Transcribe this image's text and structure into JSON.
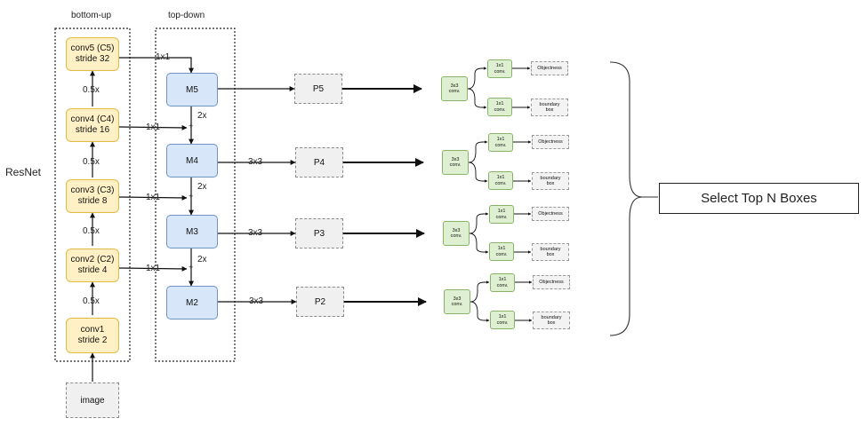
{
  "groups": {
    "bottom_up": "bottom-up",
    "top_down": "top-down"
  },
  "resnet_label": "ResNet",
  "input_image": "image",
  "backbone": [
    {
      "line1": "conv5 (C5)",
      "line2": "stride 32"
    },
    {
      "line1": "conv4 (C4)",
      "line2": "stride 16"
    },
    {
      "line1": "conv3 (C3)",
      "line2": "stride 8"
    },
    {
      "line1": "conv2 (C2)",
      "line2": "stride 4"
    },
    {
      "line1": "conv1",
      "line2": "stride 2"
    }
  ],
  "downsample_labels": [
    "0.5x",
    "0.5x",
    "0.5x",
    "0.5x"
  ],
  "lateral_labels": [
    "1x1",
    "1x1",
    "1x1",
    "1x1"
  ],
  "upsample_labels": [
    "2x",
    "2x",
    "2x"
  ],
  "plus_sign": "+",
  "merged": [
    "M5",
    "M4",
    "M3",
    "M2"
  ],
  "smooth_labels": [
    "3x3",
    "3x3",
    "3x3"
  ],
  "pyramid": [
    "P5",
    "P4",
    "P3",
    "P2"
  ],
  "rpn_head": {
    "shared_conv": [
      "3x3",
      "conv."
    ],
    "branch_conv": [
      "1x1",
      "conv."
    ],
    "objectness": "Objectness",
    "boundary_box": [
      "boundary",
      "box"
    ]
  },
  "select_label": "Select Top N Boxes"
}
